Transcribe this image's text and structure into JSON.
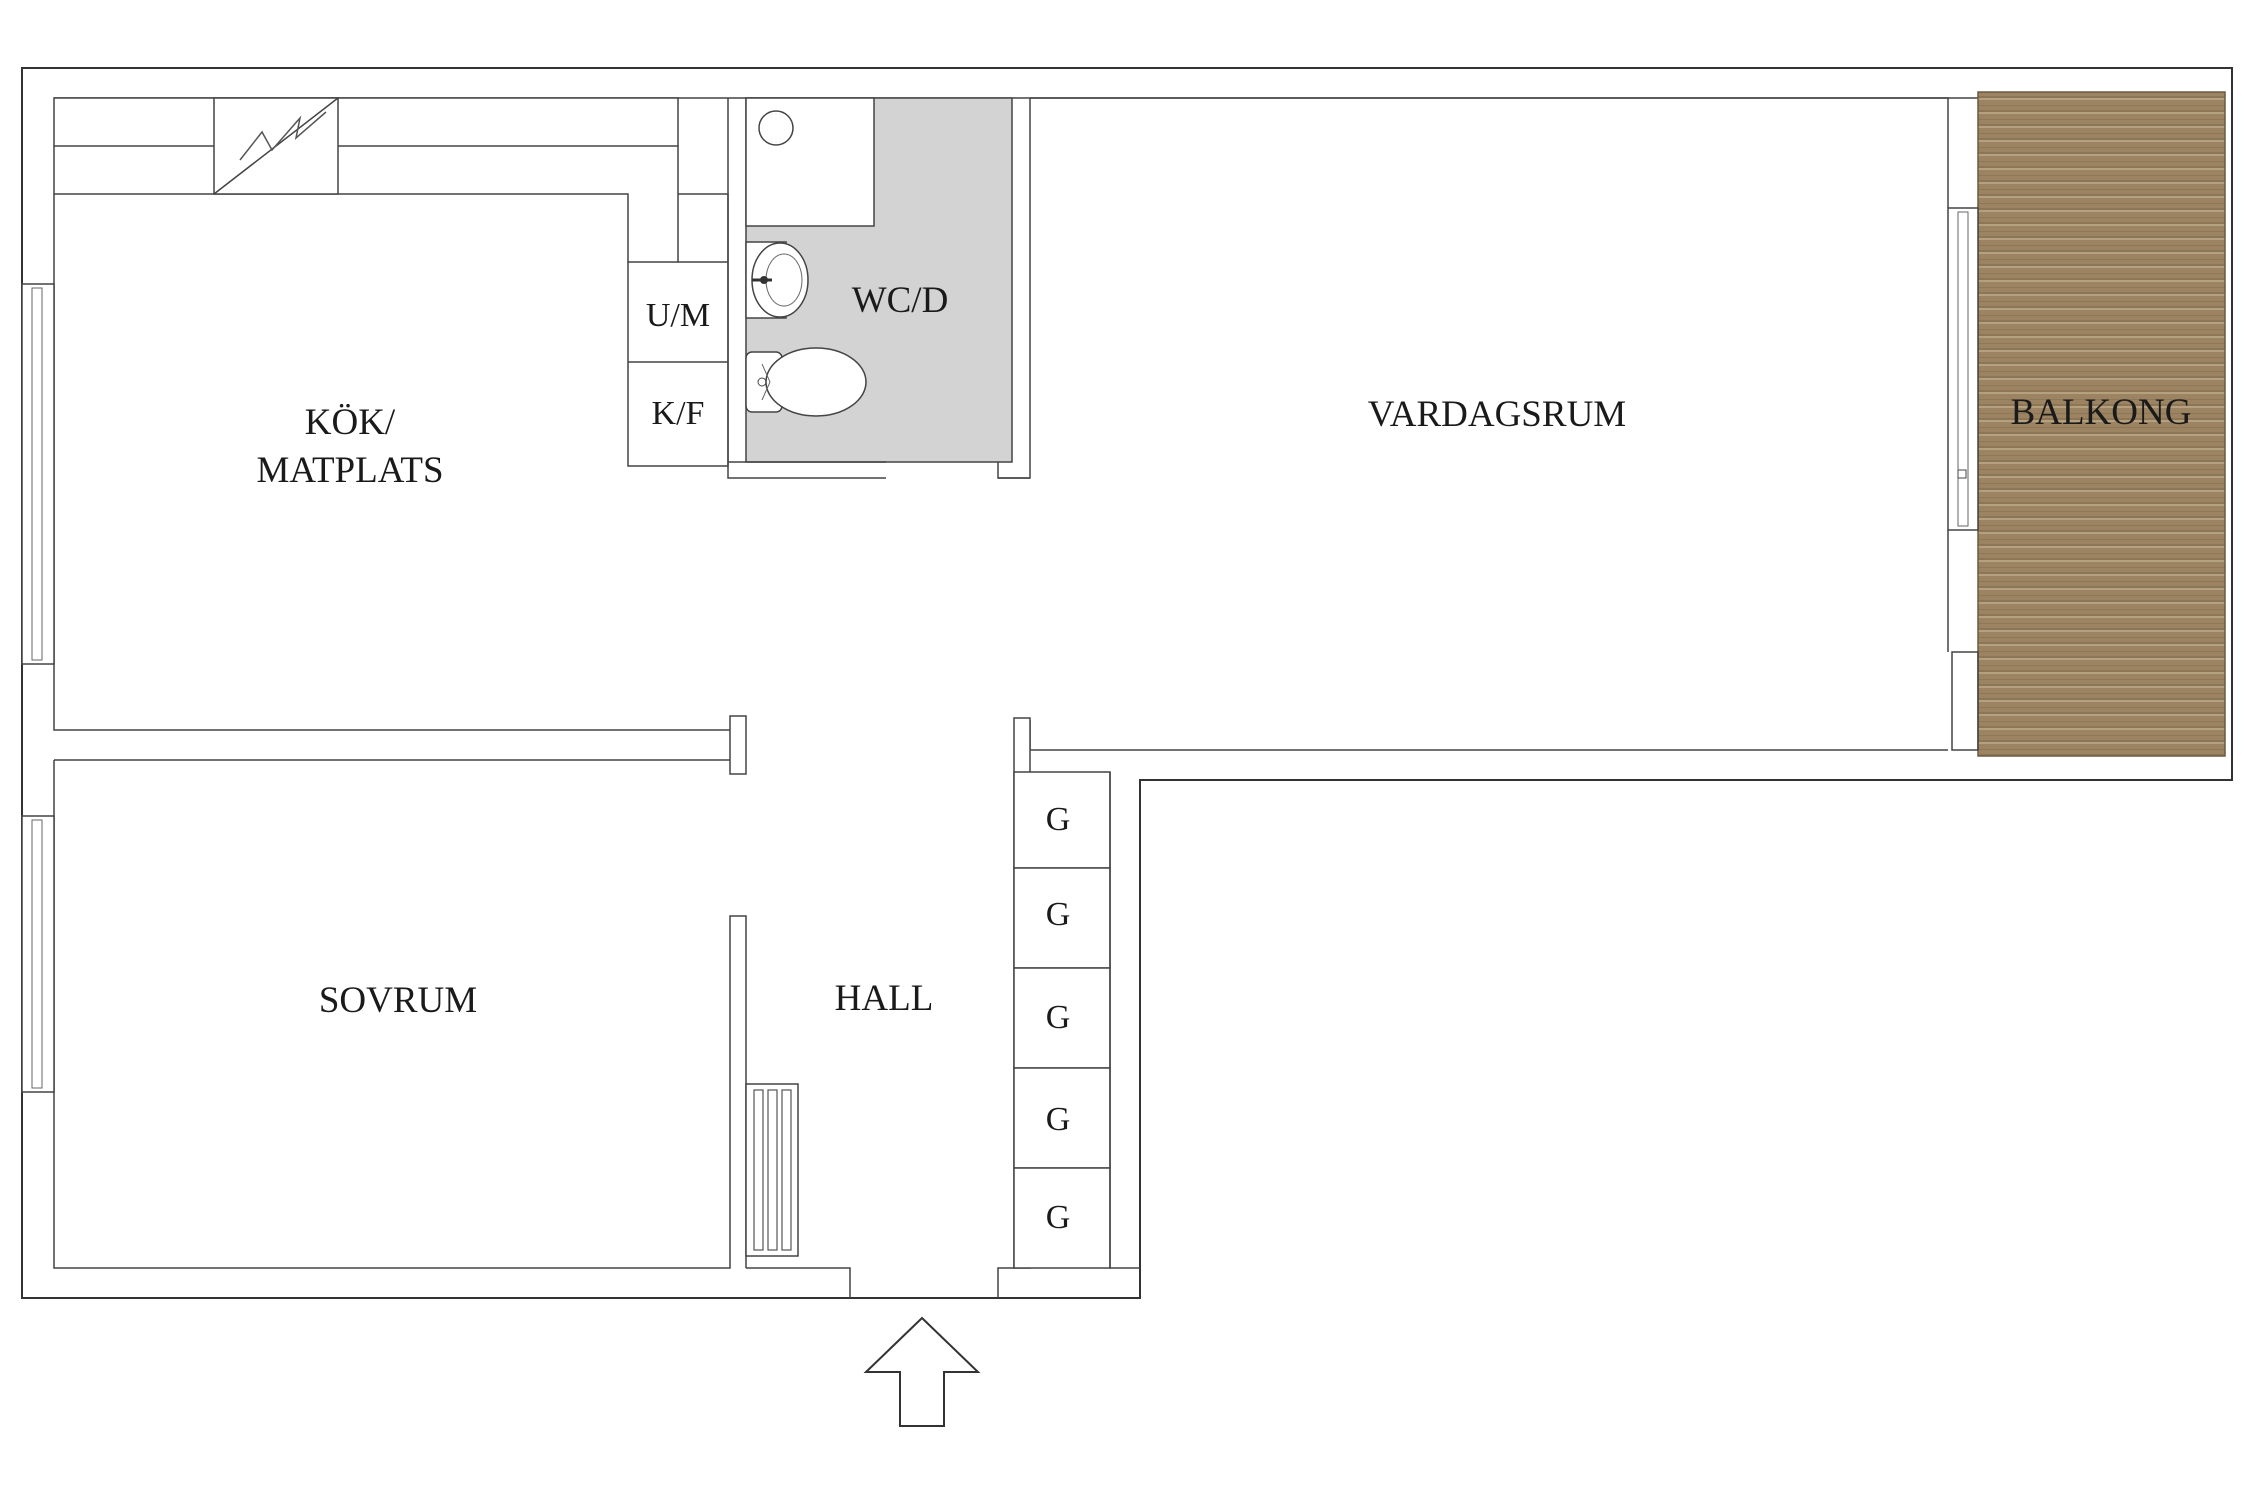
{
  "rooms": {
    "kitchen_line1": "KÖK/",
    "kitchen_line2": "MATPLATS",
    "washer": "U/M",
    "fridge": "K/F",
    "bathroom": "WC/D",
    "living": "VARDAGSRUM",
    "balcony": "BALKONG",
    "bedroom": "SOVRUM",
    "hall": "HALL",
    "wardrobe_1": "G",
    "wardrobe_2": "G",
    "wardrobe_3": "G",
    "wardrobe_4": "G",
    "wardrobe_5": "G"
  },
  "colors": {
    "bathroom_floor": "#d3d3d3",
    "balcony_wood": "#9c8463",
    "wall": "#333333"
  },
  "icons": {
    "entrance": "entrance-arrow-icon",
    "stove": "stove-icon",
    "shower": "shower-icon",
    "sink": "sink-icon",
    "toilet": "toilet-icon",
    "radiator": "radiator-icon"
  }
}
